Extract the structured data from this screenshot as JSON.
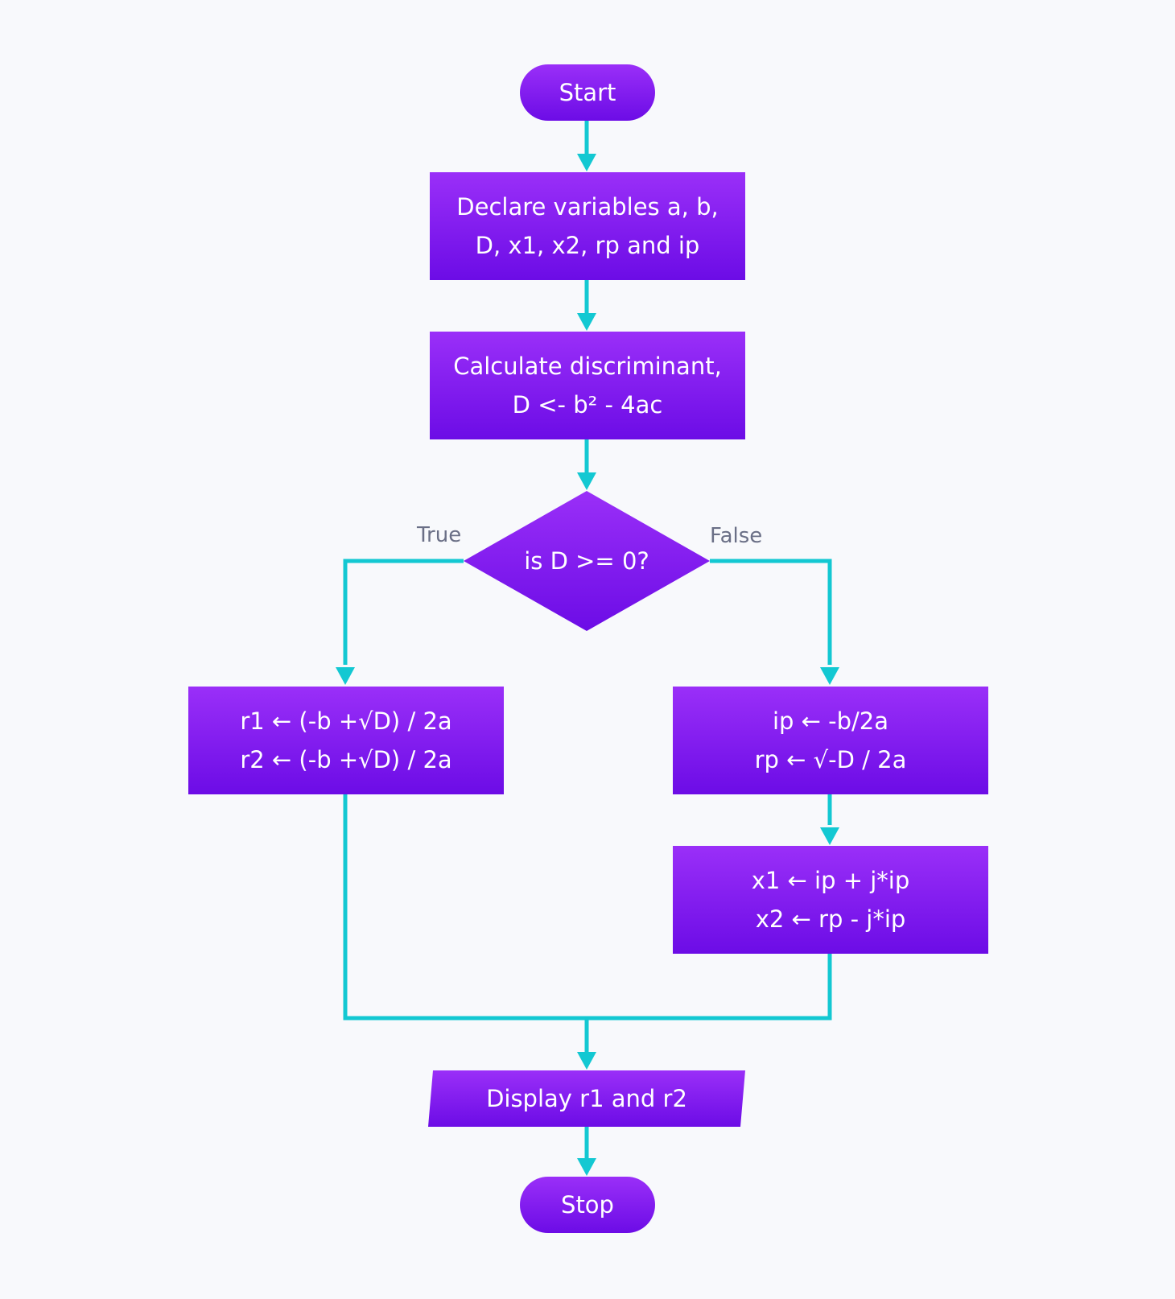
{
  "flowchart": {
    "start": "Start",
    "declare": [
      "Declare variables a, b,",
      "D, x1, x2, rp and ip"
    ],
    "calculate": [
      "Calculate discriminant,",
      "D <- b² - 4ac"
    ],
    "decision": "is D >= 0?",
    "true_label": "True",
    "false_label": "False",
    "true_branch": [
      "r1 ← (-b +√D) / 2a",
      "r2 ← (-b +√D) / 2a"
    ],
    "false_branch_1": [
      "ip ← -b/2a",
      "rp ← √-D / 2a"
    ],
    "false_branch_2": [
      "x1 ← ip + j*ip",
      "x2 ← rp - j*ip"
    ],
    "display": "Display r1 and r2",
    "stop": "Stop"
  },
  "colors": {
    "node_top": "#9a2ff8",
    "node_bottom": "#6c0ce6",
    "connector": "#13c8d2",
    "label_text": "#6a6f86",
    "background": "#f8f9fc"
  }
}
